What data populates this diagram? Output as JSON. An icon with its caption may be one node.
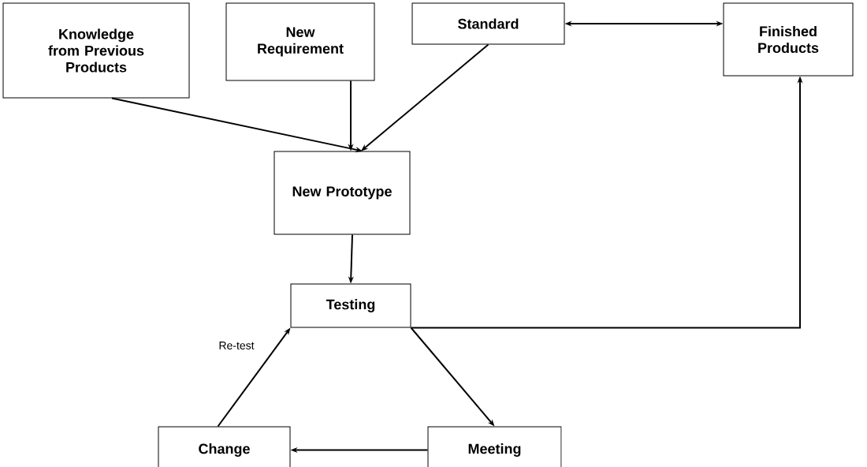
{
  "diagram": {
    "nodes": [
      {
        "text": [
          "Knowledge from Previous Products"
        ]
      },
      {
        "text": [
          "New Requirement"
        ]
      },
      {
        "text": [
          "Standard"
        ]
      },
      {
        "text": [
          "Finished Products"
        ]
      },
      {
        "text": [
          "New Prototype"
        ]
      },
      {
        "text": [
          "Testing"
        ]
      },
      {
        "text": [
          "Meeting"
        ]
      },
      {
        "text": [
          "Change"
        ]
      }
    ],
    "edges": [
      {
        "from": 0,
        "to": 4,
        "arrow": "to"
      },
      {
        "from": 1,
        "to": 4,
        "arrow": "to"
      },
      {
        "from": 2,
        "to": 4,
        "arrow": "to"
      },
      {
        "from": 2,
        "to": 3,
        "arrow": "both"
      },
      {
        "from": 4,
        "to": 5,
        "arrow": "to"
      },
      {
        "from": 5,
        "to": 3,
        "arrow": "to"
      },
      {
        "from": 5,
        "to": 6,
        "arrow": "to"
      },
      {
        "from": 6,
        "to": 7,
        "arrow": "to"
      },
      {
        "from": 7,
        "to": 5,
        "arrow": "to",
        "label": "Re-test"
      }
    ]
  }
}
